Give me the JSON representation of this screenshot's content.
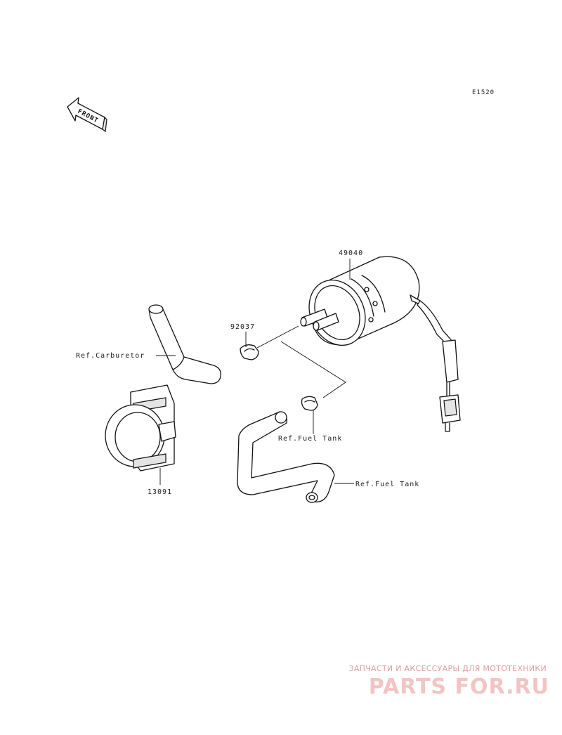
{
  "diagram_code": "E1520",
  "front_marker": "FRONT",
  "parts": {
    "fuel_pump": "49040",
    "clamp": "92037",
    "bracket": "13091"
  },
  "references": {
    "carburetor": "Ref.Carburetor",
    "fuel_tank_1": "Ref.Fuel Tank",
    "fuel_tank_2": "Ref.Fuel Tank"
  },
  "watermark": {
    "tagline": "ЗАПЧАСТИ И АКСЕССУАРЫ ДЛЯ МОТОТЕХНИКИ",
    "logo": "PARTS FOR.RU"
  }
}
